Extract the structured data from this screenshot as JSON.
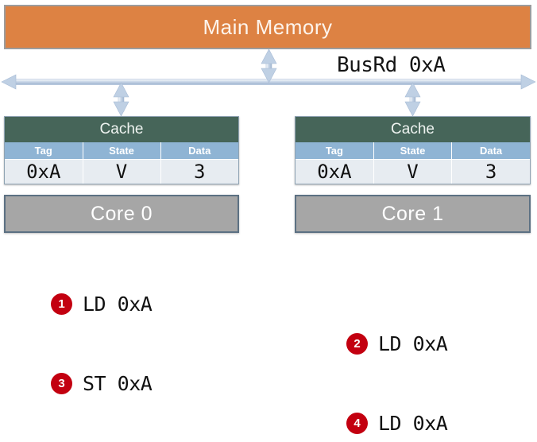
{
  "memory": {
    "label": "Main Memory",
    "color": "#dd8243"
  },
  "bus": {
    "label": "BusRd 0xA",
    "wire_color": "#b7c7dd"
  },
  "nodes": [
    {
      "cache_title": "Cache",
      "columns": [
        "Tag",
        "State",
        "Data"
      ],
      "row": {
        "tag": "0xA",
        "state": "V",
        "data": "3"
      },
      "core_label": "Core 0"
    },
    {
      "cache_title": "Cache",
      "columns": [
        "Tag",
        "State",
        "Data"
      ],
      "row": {
        "tag": "0xA",
        "state": "V",
        "data": "3"
      },
      "core_label": "Core 1"
    }
  ],
  "steps": [
    {
      "number": "1",
      "text": "LD 0xA"
    },
    {
      "number": "2",
      "text": "LD 0xA"
    },
    {
      "number": "3",
      "text": "ST 0xA"
    },
    {
      "number": "4",
      "text": "LD 0xA"
    }
  ],
  "colors": {
    "badge": "#c30010",
    "highlight": "#ee0000",
    "cache_header": "#466559",
    "column_header": "#8fb4d4",
    "core": "#a6a6a6"
  }
}
